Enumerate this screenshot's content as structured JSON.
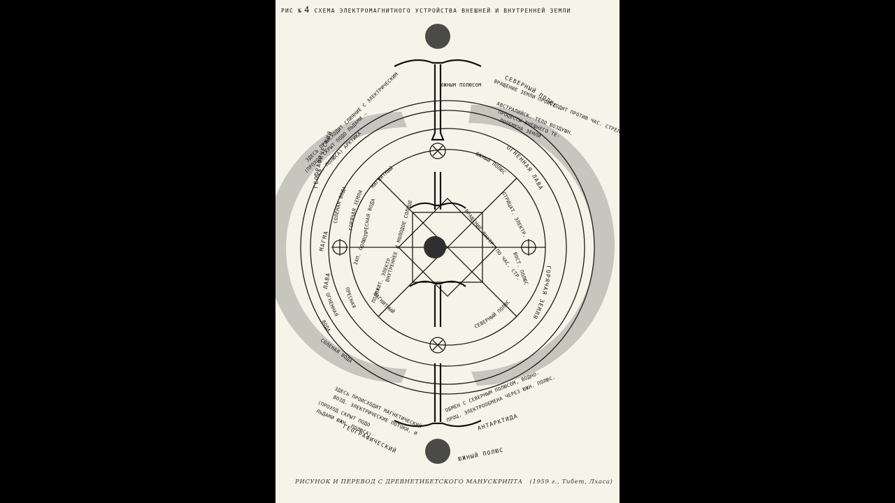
{
  "title": {
    "prefix": "РИС №",
    "number": "4",
    "text": "СХЕМА ЭЛЕКТРОМАГНИТНОГО УСТРОЙСТВА ВНЕШНЕЙ И ВНУТРЕННЕЙ ЗЕМЛИ"
  },
  "labels": {
    "geo_top": "ГЕОГРАФИЧЕСКИЙ",
    "north_pole_top": "СЕВЕРНЫЙ ПОЛЮС",
    "south_pole_inner_top": "ЮЖНЫМ ПОЛЮСОМ",
    "electric_fusion": "ЗДЕСЬ ПРОИСХОДИТ СЛИЯНИЕ С ЭЛЕКТРИЧЕСКИМ",
    "hidden_top_1": "(ПРОХОД СКРЫТ ПОДО ЛЬДАМИ —",
    "hidden_top_2": "СЕВ. ПОЛЮСА) АРКТИКА",
    "rotation_outer": "ВРАЩЕНИЕ ЗЕМЛИ ПРОИСХОДИТ ПРОТИВ ЧАС. СТРЕЛКИ",
    "australia_1": "АВСТРАЛИЙСК. ТЕЛО ВОЗДУШН.",
    "australia_2": "ПРОЦЕССЫ ВНЕШНЕГО ТЕ-",
    "australia_3": "ЛООБМЕНА ЗЕМЛИ",
    "left_ring_salt_water": "СОЛЕНАЯ ВОДА",
    "left_ring_hot_earth": "ГОРЯЧАЯ ЗЕМЛЯ",
    "left_ring_fresh_water": "ПРЕСНАЯ ВОДА",
    "left_magma": "МАГМА",
    "left_lava": "ЛАВА",
    "left_fire": "ОГНЕННАЯ",
    "left_water": "ВОДА",
    "left_fresh_bottom": "ПРЕСНАЯ",
    "left_salt_bottom": "СОЛЕНАЯ ВОДА",
    "right_fire_lava": "ОГНЕННАЯ ЛАВА",
    "right_hot_earth": "ГОРЯЧАЯ ЗЕМЛЯ",
    "magnetic_top": "МАГНИТНЫЙ",
    "south_pole_inner": "ЮЖНЫЙ ПОЛЮС",
    "magnetic_bottom": "МАГНИТНЫЙ",
    "north_pole_inner": "СЕВЕРНЫЙ ПОЛЮС",
    "west_pole": "ЗАП. ПОЛЮС",
    "east_pole": "ВОСТ. ПОЛЮС",
    "negative_electr": "ОТРИЦАТ. ЭЛЕКТР.",
    "positive_electr": "ПОЛОЖИТ. ЭЛЕКТР.",
    "inner_rotation": "ВРАЩЕНИЕ ВНУТР. ПО ЧАС. СТР.",
    "inner_sun": "ВНУТРЕННЕЕ И МОЛОДОЕ СОЛНЦЕ",
    "magnetic_bottom_1": "ЗДЕСЬ ПРОИСХОДИТ МАГНЕТИЧЕСКИЙ",
    "magnetic_bottom_2": "ВОЗД. ЭЛЕКТРИЧЕСКИЕ ПОТОКИ, И",
    "hidden_bottom_1": "(ПРОХОД СКРЫТ ПОДО",
    "hidden_bottom_2": "ЛЬДАМИ ЮЖН. ПОЛЮСА)",
    "exchange_1": "ОБМЕН С СЕВЕРНЫМ ПОЛЮСОМ, ВОДНО-",
    "exchange_2": "ПРОЦ. ЭЛЕКТРООБМЕНА ЧЕРЕЗ ЮЖН. ПОЛЮС.",
    "antarctica": "АНТАРКТИДА",
    "geo_bottom": "ГЕОГРАФИЧЕСКИЙ",
    "south_pole_bottom": "ЮЖНЫЙ ПОЛЮС"
  },
  "caption": {
    "text": "РИСУНОК И ПЕРЕВОД С ДРЕВНЕТИБЕТСКОГО МАНУСКРИПТА",
    "source": "(1959 г., Тибет, Лхаса)"
  },
  "colors": {
    "paper": "#f6f3e8",
    "ink": "#1a1a1a",
    "wash": "#bdbcb6"
  }
}
